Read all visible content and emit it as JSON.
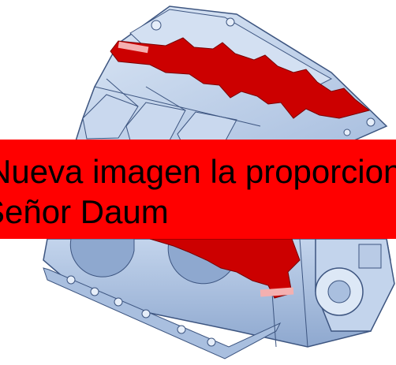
{
  "image": {
    "subject": "machine-housing-render",
    "colors": {
      "housing": "#b9cbe6",
      "housing_dark": "#7f9bc4",
      "outline": "#3d5580",
      "highlight": "#cc0000",
      "banner": "#ff0000",
      "banner_text": "#000000",
      "background": "#ffffff"
    }
  },
  "banner": {
    "line1": "Nueva imagen la proporciona",
    "line2": "Señor Daum"
  }
}
